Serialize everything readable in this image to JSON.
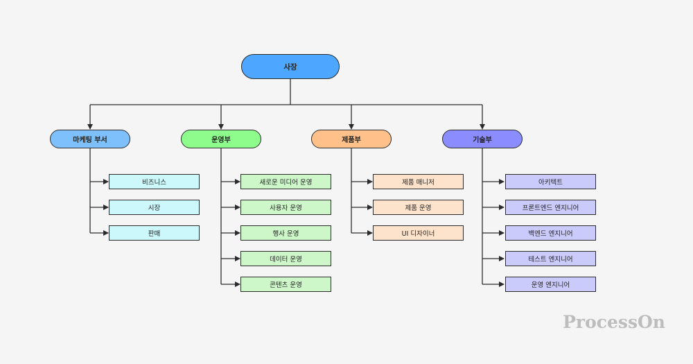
{
  "root": {
    "label": "사장"
  },
  "departments": [
    {
      "label": "마케팅 부서",
      "children": [
        "비즈니스",
        "시장",
        "판매"
      ]
    },
    {
      "label": "운영부",
      "children": [
        "새로운 미디어 운영",
        "사용자 운영",
        "행사 운영",
        "데이터 운영",
        "콘텐츠 운영"
      ]
    },
    {
      "label": "제품부",
      "children": [
        "제품 매니저",
        "제품 운영",
        "UI 디자이너"
      ]
    },
    {
      "label": "기술부",
      "children": [
        "아키텍트",
        "프론트엔드 엔지니어",
        "백엔드 엔지니어",
        "테스트 엔지니어",
        "운영 엔지니어"
      ]
    }
  ],
  "watermark": "ProcessOn",
  "colors": {
    "root": "#4da6ff",
    "departments": [
      "#7ec0fb",
      "#8dfc8d",
      "#ffc08a",
      "#8a8cff"
    ],
    "leaves": [
      "#ccf7fb",
      "#cdf7c9",
      "#fde3cb",
      "#cbcbfb"
    ],
    "line": "#2b2b2b"
  }
}
